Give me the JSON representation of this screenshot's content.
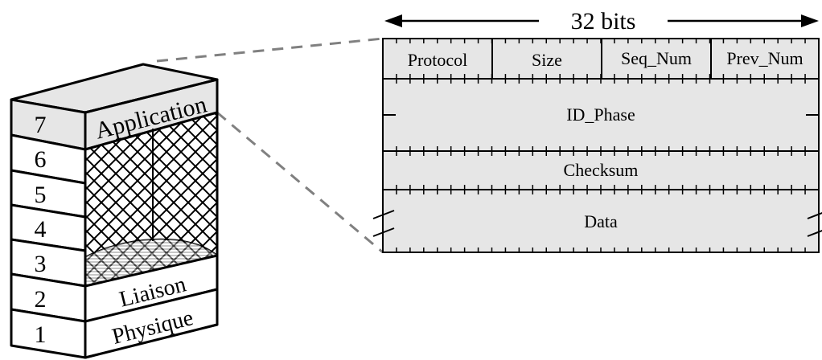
{
  "width_label": "32 bits",
  "packet": {
    "row1": [
      "Protocol",
      "Size",
      "Seq_Num",
      "Prev_Num"
    ],
    "id_phase": "ID_Phase",
    "checksum": "Checksum",
    "data": "Data"
  },
  "stack": {
    "layer_numbers": [
      "7",
      "6",
      "5",
      "4",
      "3",
      "2",
      "1"
    ],
    "application": "Application",
    "liaison": "Liaison",
    "physique": "Physique"
  },
  "colors": {
    "fill": "#e6e6e6",
    "stroke": "#000000",
    "leader": "#808080"
  }
}
